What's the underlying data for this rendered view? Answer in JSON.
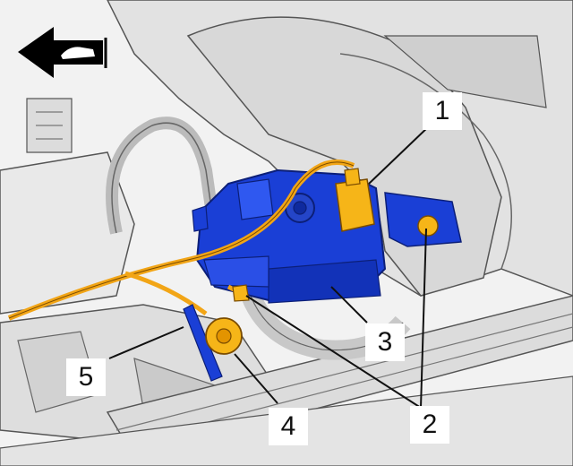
{
  "callouts": [
    {
      "id": "1",
      "label": "1"
    },
    {
      "id": "2",
      "label": "2"
    },
    {
      "id": "3",
      "label": "3"
    },
    {
      "id": "4",
      "label": "4"
    },
    {
      "id": "5",
      "label": "5"
    }
  ],
  "orientation_icon": "front-of-vehicle-arrow-icon",
  "colors": {
    "line_art": "#222222",
    "background_parts": "#e6e6e6",
    "highlight_component": "#1a3fd6",
    "highlight_wiring": "#f2a516",
    "connector": "#f6b518"
  }
}
